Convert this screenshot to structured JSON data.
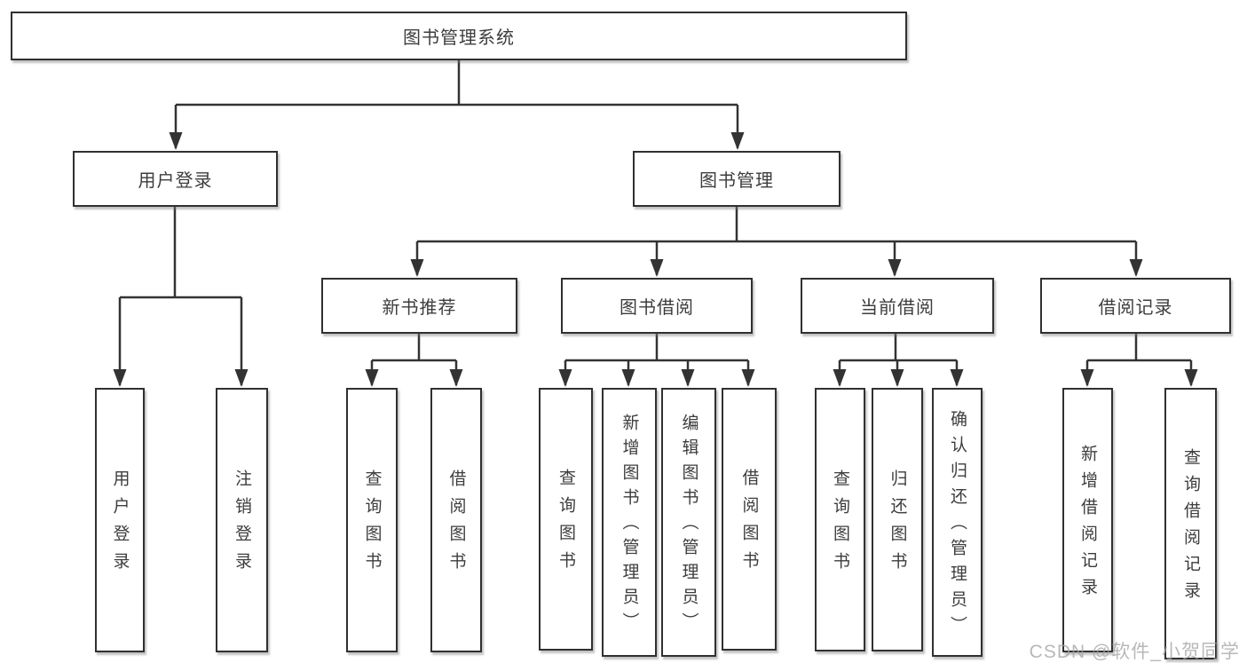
{
  "diagram": {
    "root": {
      "label": "图书管理系统"
    },
    "branches": [
      {
        "label": "用户登录",
        "children": [
          {
            "label": "用户登录"
          },
          {
            "label": "注销登录"
          }
        ]
      },
      {
        "label": "图书管理",
        "children": [
          {
            "label": "新书推荐",
            "children": [
              {
                "label": "查询图书"
              },
              {
                "label": "借阅图书"
              }
            ]
          },
          {
            "label": "图书借阅",
            "children": [
              {
                "label": "查询图书"
              },
              {
                "label": "新增图书（管理员）"
              },
              {
                "label": "编辑图书（管理员）"
              },
              {
                "label": "借阅图书"
              }
            ]
          },
          {
            "label": "当前借阅",
            "children": [
              {
                "label": "查询图书"
              },
              {
                "label": "归还图书"
              },
              {
                "label": "确认归还（管理员）"
              }
            ]
          },
          {
            "label": "借阅记录",
            "children": [
              {
                "label": "新增借阅记录"
              },
              {
                "label": "查询借阅记录"
              }
            ]
          }
        ]
      }
    ]
  },
  "watermark": "CSDN @软件_小贺同学",
  "colors": {
    "line": "#333333",
    "text": "#3d3d3d",
    "box_background": "#ffffff",
    "watermark": "#a0a0a0"
  }
}
